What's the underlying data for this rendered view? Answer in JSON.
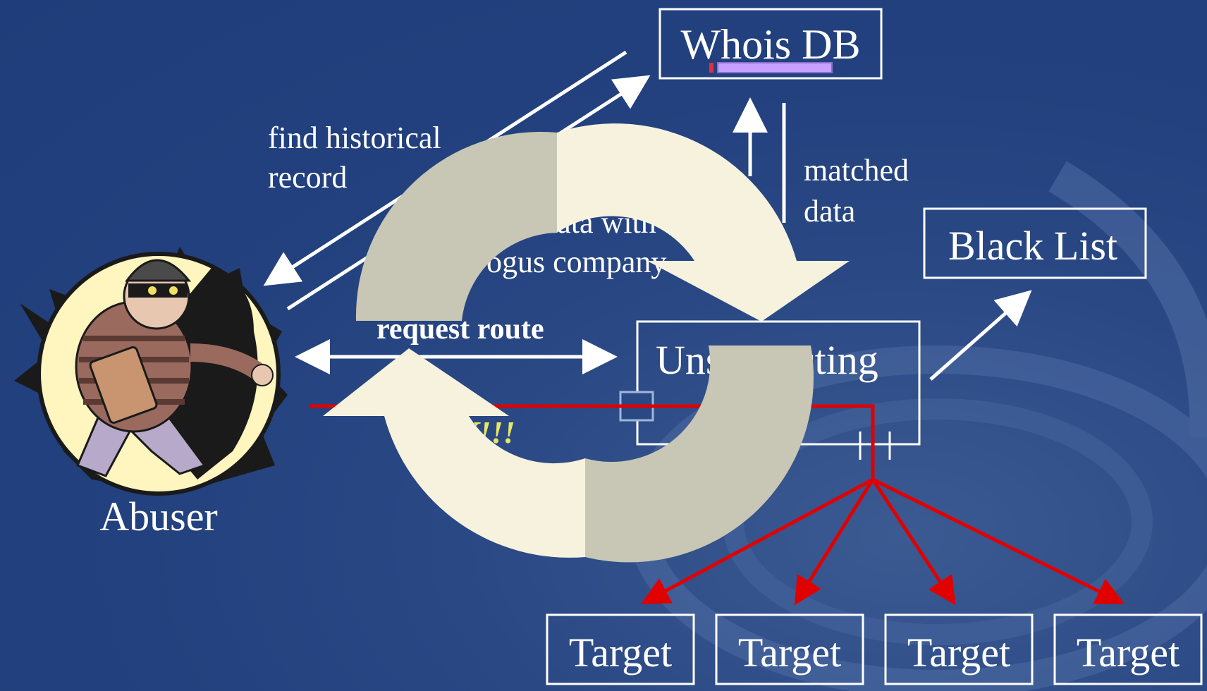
{
  "nodes": {
    "whois": "Whois DB",
    "blacklist": "Black List",
    "upstream": "Unsuspecting",
    "abuser": "Abuser",
    "targets": [
      "Target",
      "Target",
      "Target",
      "Target"
    ]
  },
  "labels": {
    "find_historical_line1": "find historical",
    "find_historical_line2": "record",
    "update_line1": "date data with",
    "update_line2": "ogus company",
    "matched_line1": "matched",
    "matched_line2": "data",
    "request_route": "request route",
    "attack": "K!!!",
    "partial_r": "r"
  },
  "colors": {
    "background": "#203f7c",
    "line": "#ffffff",
    "attack": "#e00000",
    "attack_text": "#e8e860",
    "cycle_front": "#f6f2de",
    "cycle_back": "#c8c6b4"
  }
}
